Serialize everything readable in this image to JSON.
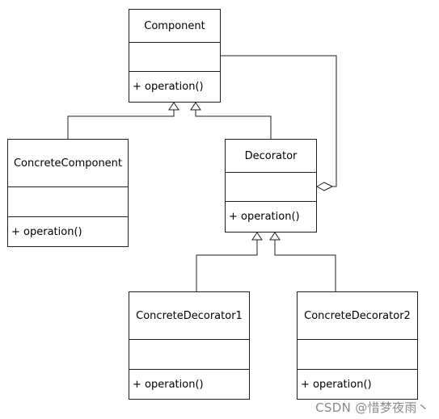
{
  "diagram": {
    "classes": {
      "component": {
        "name": "Component",
        "operation": "+ operation()"
      },
      "concrete_component": {
        "name": "ConcreteComponent",
        "operation": "+ operation()"
      },
      "decorator": {
        "name": "Decorator",
        "operation": "+ operation()"
      },
      "concrete_decorator_1": {
        "name": "ConcreteDecorator1",
        "operation": "+ operation()"
      },
      "concrete_decorator_2": {
        "name": "ConcreteDecorator2",
        "operation": "+ operation()"
      }
    },
    "relationships": [
      {
        "type": "generalization",
        "from": "ConcreteComponent",
        "to": "Component"
      },
      {
        "type": "generalization",
        "from": "Decorator",
        "to": "Component"
      },
      {
        "type": "aggregation",
        "from": "Decorator",
        "to": "Component"
      },
      {
        "type": "generalization",
        "from": "ConcreteDecorator1",
        "to": "Decorator"
      },
      {
        "type": "generalization",
        "from": "ConcreteDecorator2",
        "to": "Decorator"
      }
    ],
    "line_color": "#1f1f1f"
  },
  "watermark": "CSDN @惜梦夜雨丶"
}
